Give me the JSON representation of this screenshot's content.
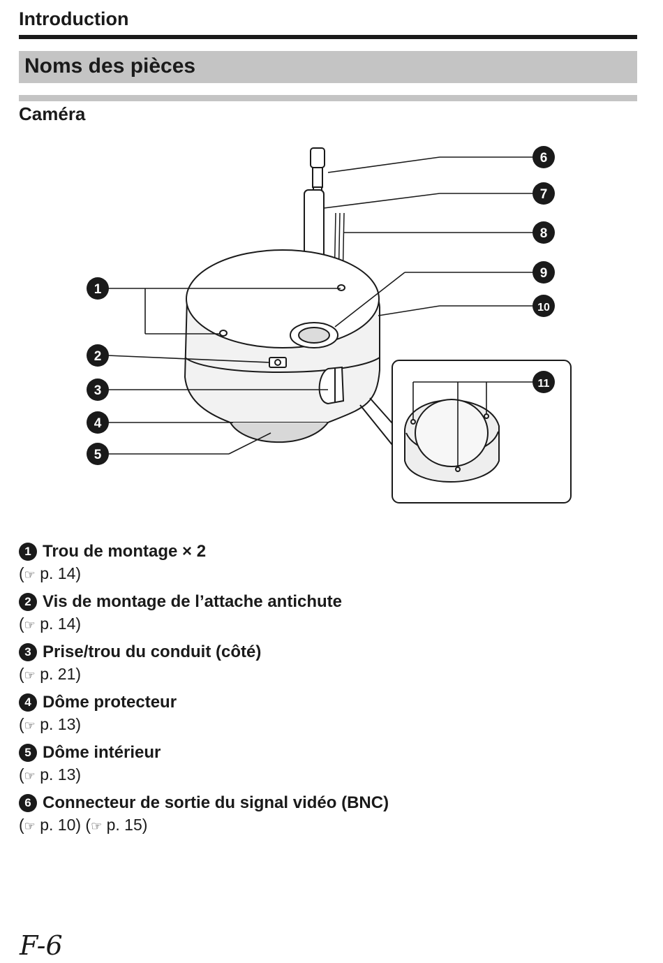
{
  "header": {
    "section": "Introduction",
    "title": "Noms des pièces",
    "subtitle": "Caméra"
  },
  "diagram": {
    "callouts": [
      "1",
      "2",
      "3",
      "4",
      "5",
      "6",
      "7",
      "8",
      "9",
      "10",
      "11"
    ],
    "accent_color": "#1a1a1a",
    "band_color": "#c4c4c4"
  },
  "parts": [
    {
      "num": "1",
      "name": "Trou de montage × 2",
      "ref": "p. 14"
    },
    {
      "num": "2",
      "name": "Vis de montage de l’attache antichute",
      "ref": "p. 14"
    },
    {
      "num": "3",
      "name": "Prise/trou du conduit (côté)",
      "ref": "p. 21"
    },
    {
      "num": "4",
      "name": "Dôme protecteur",
      "ref": "p. 13"
    },
    {
      "num": "5",
      "name": "Dôme intérieur",
      "ref": "p. 13"
    },
    {
      "num": "6",
      "name": "Connecteur de sortie du signal vidéo (BNC)",
      "ref": "p. 10",
      "ref2": "p. 15"
    }
  ],
  "footer": {
    "page": "F-6"
  }
}
